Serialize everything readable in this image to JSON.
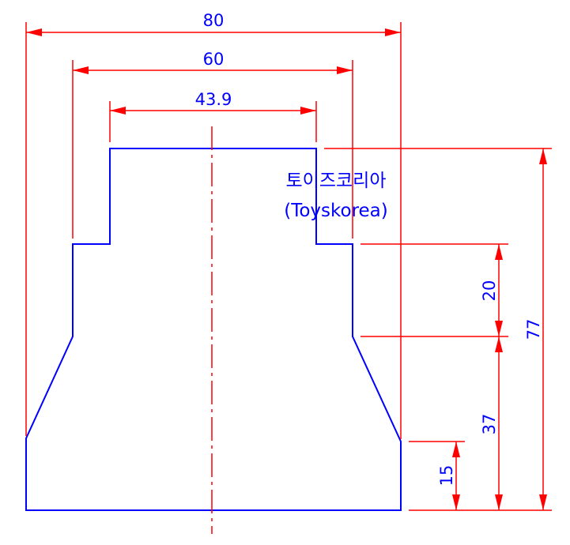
{
  "drawing": {
    "label_korean": "토이즈코리아",
    "label_english": "(Toyskorea)",
    "dimensions": {
      "overall_width": "80",
      "flange_width": "60",
      "top_width": "43.9",
      "overall_height": "77",
      "flange_height": "20",
      "cone_height": "37",
      "base_height": "15"
    },
    "colors": {
      "outline": "#0000ff",
      "dimension_lines": "#ff0000",
      "text": "#0000ff"
    }
  }
}
